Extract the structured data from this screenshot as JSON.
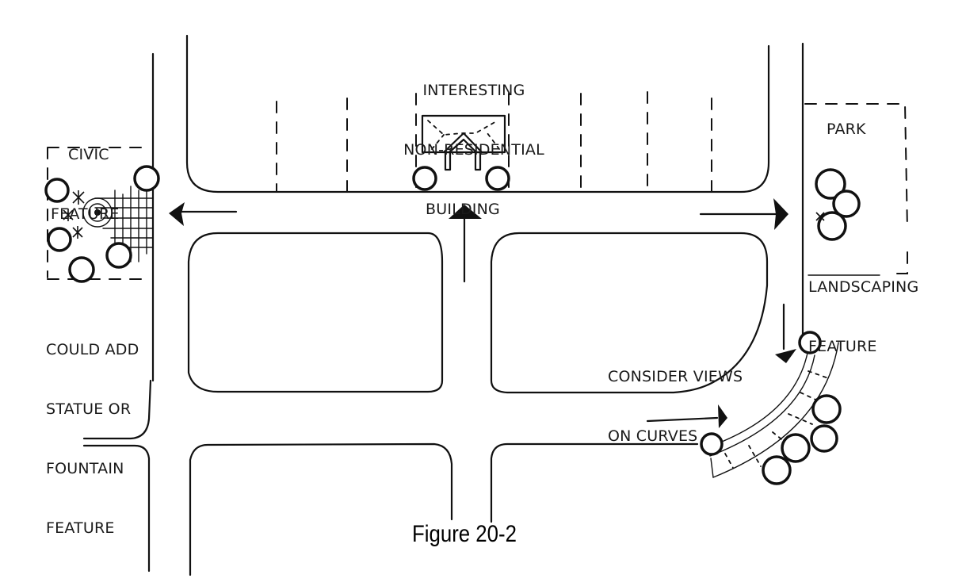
{
  "figure": {
    "caption": "Figure 20-2",
    "type": "urban design sketch / street plan"
  },
  "labels": {
    "civic_feature": [
      "CIVIC",
      "FEATURE"
    ],
    "civic_note": [
      "COULD ADD",
      "STATUE OR",
      "FOUNTAIN",
      "FEATURE"
    ],
    "building": [
      "INTERESTING",
      "NON-RESIDENTIAL",
      "BUILDING"
    ],
    "park": "PARK",
    "landscaping": [
      "LANDSCAPING",
      "FEATURE"
    ],
    "curves": [
      "CONSIDER VIEWS",
      "ON CURVES"
    ]
  },
  "arrows": [
    {
      "name": "view-arrow-west",
      "direction": "left",
      "target": "civic feature"
    },
    {
      "name": "view-arrow-north",
      "direction": "up",
      "target": "non-residential building"
    },
    {
      "name": "view-arrow-east",
      "direction": "right",
      "target": "park / landscaping feature"
    },
    {
      "name": "view-arrow-south-curve",
      "direction": "down",
      "target": "curved street trees"
    },
    {
      "name": "view-arrow-east-curve",
      "direction": "right",
      "target": "curved street"
    }
  ],
  "colors": {
    "ink": "#111111",
    "paper": "#ffffff"
  }
}
